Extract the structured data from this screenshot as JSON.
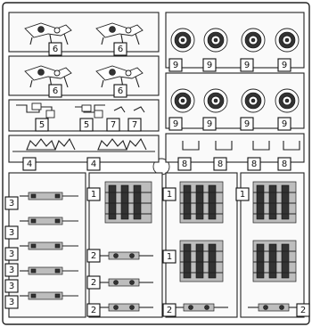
{
  "sprue": {
    "labels": {
      "part_1": "1",
      "part_2": "2",
      "part_3": "3",
      "part_4": "4",
      "part_5": "5",
      "part_6": "6",
      "part_7": "7",
      "part_8": "8",
      "part_9": "9"
    }
  }
}
